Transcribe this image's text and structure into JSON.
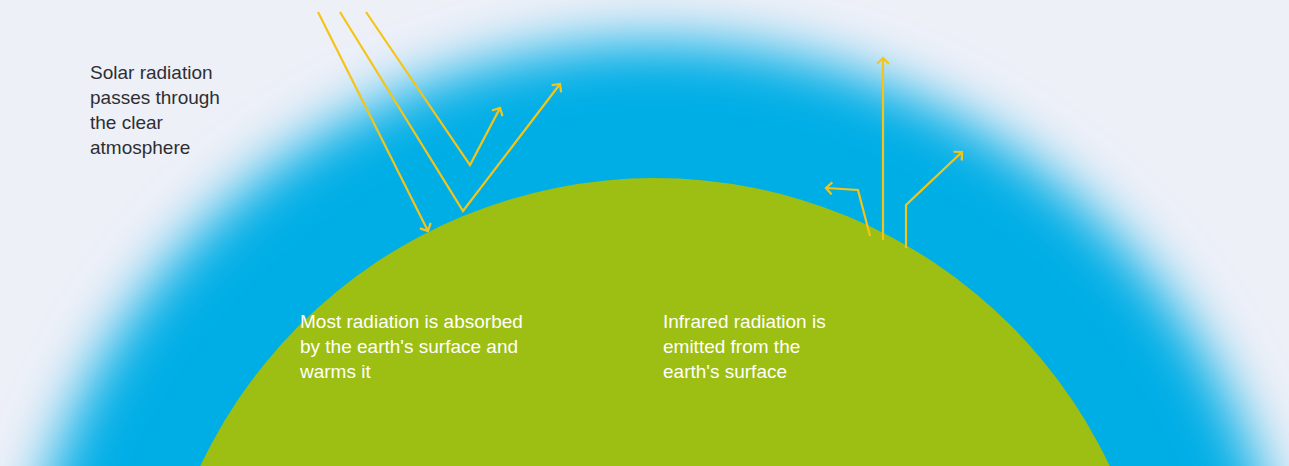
{
  "diagram": {
    "labels": [
      "Solar radiation passes through the clear atmosphere",
      "Most radiation is absorbed by the earth's surface and warms it",
      "Infrared radiation is emitted from the earth's surface"
    ]
  }
}
